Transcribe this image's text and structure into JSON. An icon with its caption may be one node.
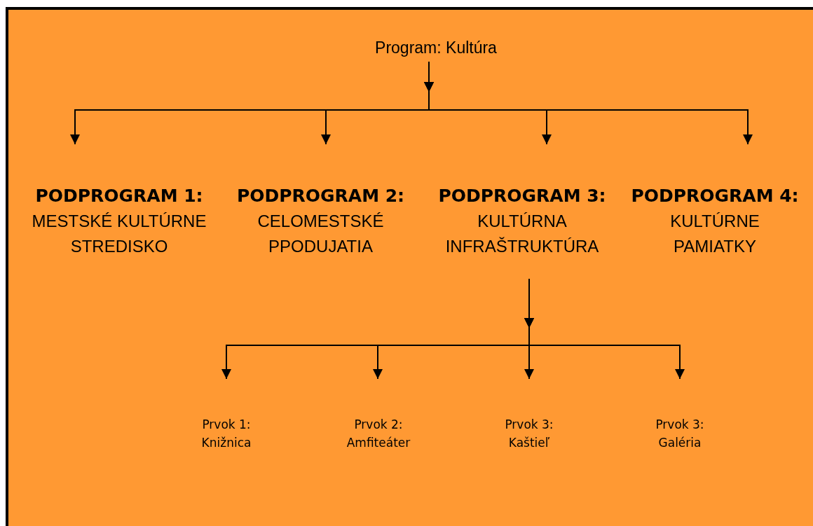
{
  "diagram": {
    "nodes": [
      {
        "text": [
          "Program: Kultúra"
        ]
      },
      {
        "text": [
          "PODPROGRAM 1:",
          "MESTSKÉ KULTÚRNE STREDISKO"
        ]
      },
      {
        "text": [
          "PODPROGRAM 2:",
          "CELOMESTSKÉ PPODUJATIA"
        ]
      },
      {
        "text": [
          "PODPROGRAM 3:",
          "KULTÚRNA INFRAŠTRUKTÚRA"
        ]
      },
      {
        "text": [
          "PODPROGRAM 4:",
          "KULTÚRNE PAMIATKY"
        ]
      },
      {
        "text": [
          "Prvok 1: Knižnica"
        ]
      },
      {
        "text": [
          "Prvok 2: Amfiteáter"
        ]
      },
      {
        "text": [
          "Prvok 3: Kaštieľ"
        ]
      },
      {
        "text": [
          "Prvok 3: Galéria"
        ]
      }
    ],
    "edges": [
      {
        "from": 0,
        "to": 1,
        "arrow": "to"
      },
      {
        "from": 0,
        "to": 2,
        "arrow": "to"
      },
      {
        "from": 0,
        "to": 3,
        "arrow": "to"
      },
      {
        "from": 0,
        "to": 4,
        "arrow": "to"
      },
      {
        "from": 3,
        "to": 5,
        "arrow": "to"
      },
      {
        "from": 3,
        "to": 6,
        "arrow": "to"
      },
      {
        "from": 3,
        "to": 7,
        "arrow": "to"
      },
      {
        "from": 3,
        "to": 8,
        "arrow": "to"
      }
    ]
  }
}
